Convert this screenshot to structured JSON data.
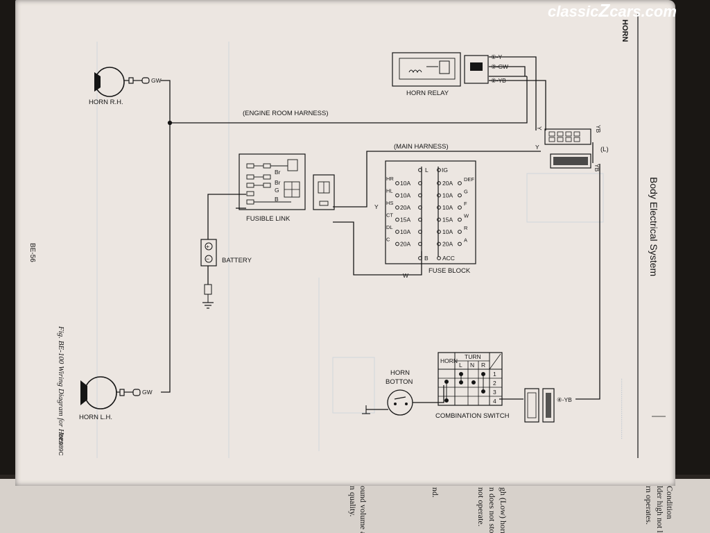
{
  "watermark": "classic",
  "watermark_accent": "Z",
  "watermark_suffix": "cars.com",
  "header": {
    "section": "HORN",
    "chapter": "Body Electrical System"
  },
  "page_number": "BE-56",
  "figure_caption": "Fig. BE-100 Wiring Diagram for Horn",
  "figure_code": "BE989C",
  "components": {
    "horn_rh": "HORN R.H.",
    "horn_lh": "HORN L.H.",
    "horn_relay": "HORN RELAY",
    "fusible_link": "FUSIBLE LINK",
    "battery": "BATTERY",
    "fuse_block": "FUSE BLOCK",
    "horn_button_line1": "HORN",
    "horn_button_line2": "BOTTON",
    "combination_switch": "COMBINATION SWITCH"
  },
  "harnesses": {
    "engine_room": "(ENGINE ROOM HARNESS)",
    "main": "(MAIN HARNESS)",
    "connector_l": "(L)"
  },
  "wire_colors": {
    "gw": "GW",
    "y": "Y",
    "yb": "YB",
    "w": "W",
    "b": "B",
    "br": "Br",
    "g": "G"
  },
  "relay_terminals": [
    "①-Y",
    "③-GW",
    "②-YB"
  ],
  "switch_terminal": "④-YB",
  "battery_terms": {
    "positive": "+",
    "negative": "−"
  },
  "fuse_block": {
    "left": [
      {
        "code": "HR",
        "rating": "10A"
      },
      {
        "code": "HL",
        "rating": "10A"
      },
      {
        "code": "HS",
        "rating": "20A"
      },
      {
        "code": "CT",
        "rating": "15A"
      },
      {
        "code": "DL",
        "rating": "10A"
      },
      {
        "code": "C",
        "rating": "20A"
      }
    ],
    "left_top": "L",
    "left_bottom": "B",
    "right": [
      {
        "code": "DEF",
        "rating": "20A"
      },
      {
        "code": "G",
        "rating": "10A"
      },
      {
        "code": "F",
        "rating": "10A"
      },
      {
        "code": "W",
        "rating": "15A"
      },
      {
        "code": "R",
        "rating": "10A"
      },
      {
        "code": "A",
        "rating": "20A"
      }
    ],
    "right_top": "IG",
    "right_bottom": "ACC"
  },
  "switch_table": {
    "horn": "HORN",
    "turn": "TURN",
    "l": "L",
    "n": "N",
    "r": "R",
    "rows": [
      "1",
      "2",
      "3",
      "4"
    ]
  },
  "underpage_lines": [
    "Condition",
    "lder high not lo",
    "rn operates.",
    "gh (Low) horn",
    "n does not stop",
    "not operate.",
    "nd.",
    "ound volume an",
    "n quality."
  ],
  "colors": {
    "paper": "#ece6e1",
    "ink": "#151515",
    "ghost": "#b9c3cf",
    "watermark": "#ffffff"
  }
}
